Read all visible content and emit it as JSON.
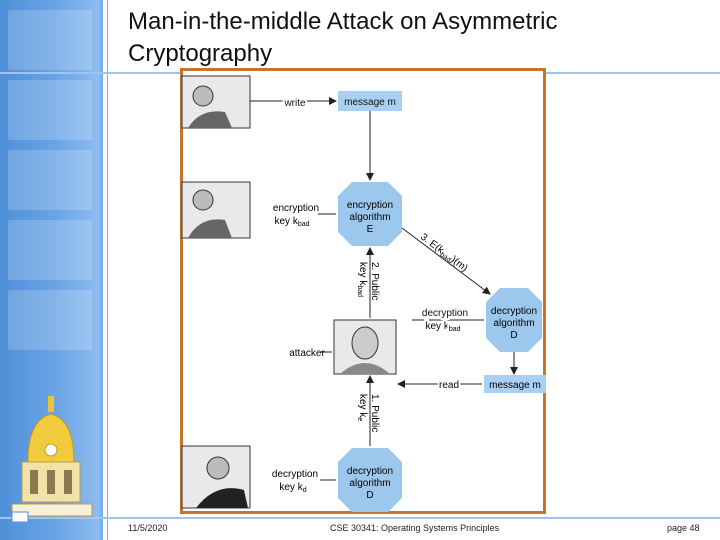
{
  "slide": {
    "title": "Man-in-the-middle Attack on Asymmetric Cryptography",
    "footer": {
      "date": "11/5/2020",
      "course": "CSE 30341: Operating Systems Principles",
      "page": "page 48"
    }
  },
  "diagram": {
    "write_label": "write",
    "message_top": "message m",
    "enc_key_label": "encryption",
    "enc_key_label2": "key k",
    "enc_key_sub": "bad",
    "enc_alg": [
      "encryption",
      "algorithm",
      "E"
    ],
    "step3": "3. E(k",
    "step3_sub": "bad",
    "step3_end": ")(m)",
    "step2_line1": "2. Public",
    "step2_line2": "key k",
    "step2_sub": "bad",
    "dec_key_mid": [
      "decryption",
      "key k"
    ],
    "dec_key_mid_sub": "bad",
    "dec_alg_mid": [
      "decryption",
      "algorithm",
      "D"
    ],
    "attacker_label": "attacker",
    "read_label": "read",
    "message_mid": "message m",
    "step1_line1": "1. Public",
    "step1_line2": "key k",
    "step1_sub": "e",
    "dec_key_bot": [
      "decryption",
      "key k"
    ],
    "dec_key_bot_sub": "d",
    "dec_alg_bot": [
      "decryption",
      "algorithm",
      "D"
    ],
    "colors": {
      "box": "#a9d0f2",
      "octagon": "#9cc8ee",
      "frame": "#c7752b",
      "sidebar": "#5b97dd"
    }
  }
}
